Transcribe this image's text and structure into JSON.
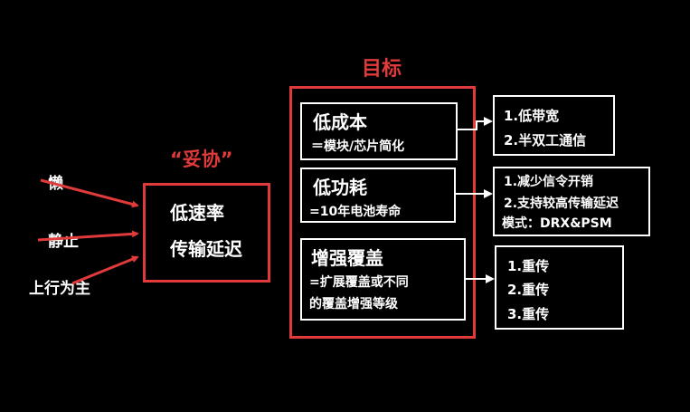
{
  "colors": {
    "accent_red": "#e03a3a",
    "text_white": "#ffffff",
    "background": "#000000"
  },
  "title": "目标",
  "compromise_label": "“妥协”",
  "inputs": [
    "懒",
    "静止",
    "上行为主"
  ],
  "center": {
    "line1": "低速率",
    "line2": "传输延迟"
  },
  "goals": [
    {
      "title": "低成本",
      "desc": "＝模块/芯片简化",
      "details": [
        "1.低带宽",
        "2.半双工通信"
      ]
    },
    {
      "title": "低功耗",
      "desc": "=10年电池寿命",
      "details": [
        "1.减少信令开销",
        "2.支持较高传输延迟",
        "模式：DRX&PSM"
      ]
    },
    {
      "title": "增强覆盖",
      "desc": [
        "=扩展覆盖或不同",
        "的覆盖增强等级"
      ],
      "details": [
        "1.重传",
        "2.重传",
        "3.重传"
      ]
    }
  ]
}
